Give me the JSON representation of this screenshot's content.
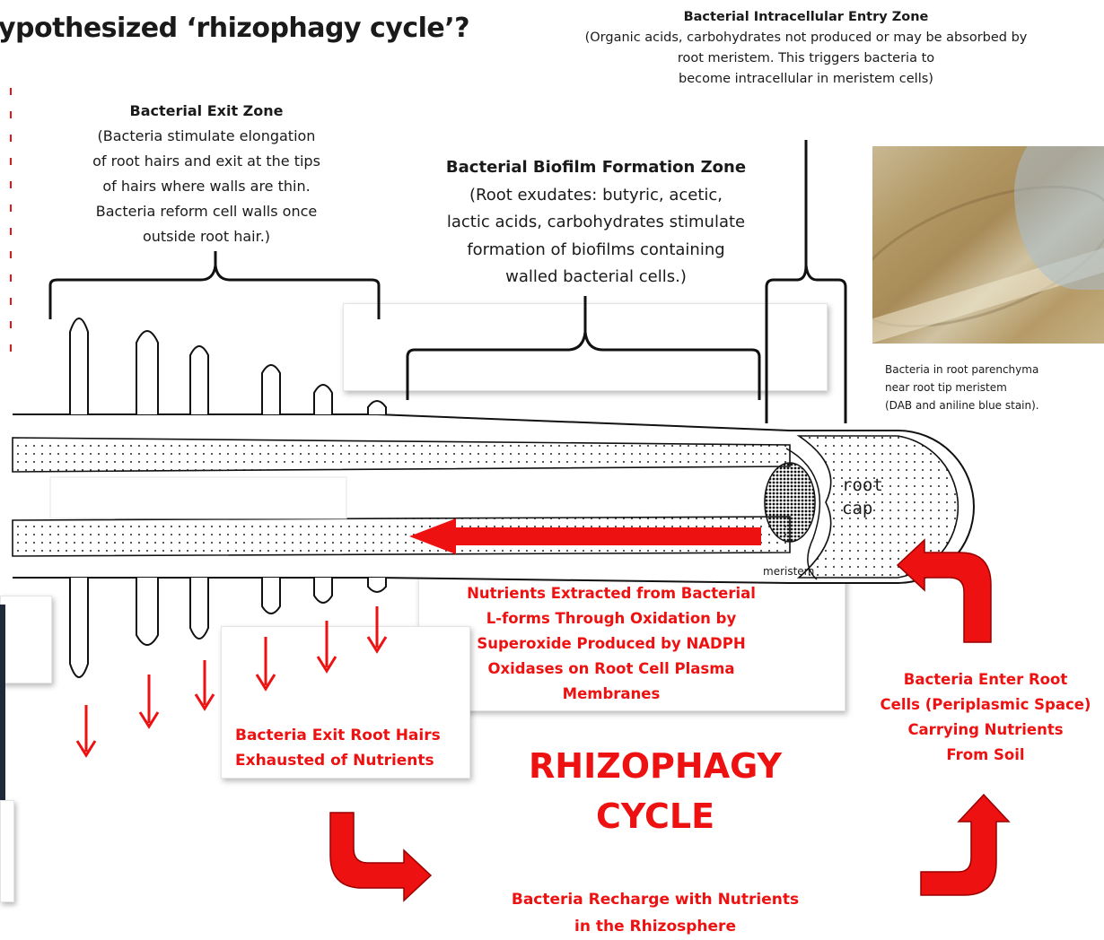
{
  "title": "ypothesized ‘rhizophagy cycle’?",
  "zones": {
    "entry": {
      "heading": "Bacterial Intracellular Entry Zone",
      "lines": [
        "(Organic acids, carbohydrates not produced or may be absorbed by",
        "root meristem. This triggers bacteria to",
        "become intracellular in meristem cells)"
      ]
    },
    "exit": {
      "heading": "Bacterial Exit Zone",
      "lines": [
        "(Bacteria stimulate elongation",
        "of root hairs and exit at the tips",
        "of hairs where walls are thin.",
        "Bacteria reform cell walls once",
        "outside root hair.)"
      ]
    },
    "biofilm": {
      "heading": "Bacterial Biofilm Formation Zone",
      "lines": [
        "(Root exudates: butyric, acetic,",
        "lactic acids, carbohydrates stimulate",
        "formation of biofilms containing",
        "walled bacterial cells.)"
      ]
    }
  },
  "micrograph": {
    "caption": [
      "Bacteria in root parenchyma",
      "near root tip meristem",
      "(DAB and aniline blue stain)."
    ]
  },
  "root": {
    "cap_label": [
      "root",
      "cap"
    ],
    "meristem_label": "meristem"
  },
  "labels": {
    "nutrients": [
      "Nutrients Extracted from Bacterial",
      "L-forms Through Oxidation by",
      "Superoxide Produced by NADPH",
      "Oxidases on Root Cell Plasma",
      "Membranes"
    ],
    "exit_hairs": [
      "Bacteria Exit Root Hairs",
      "Exhausted of Nutrients"
    ],
    "enter_root": [
      "Bacteria Enter Root",
      "Cells (Periplasmic Space)",
      "Carrying Nutrients",
      "From Soil"
    ],
    "recharge": [
      "Bacteria Recharge with Nutrients",
      "in the Rhizosphere"
    ],
    "cycle": [
      "RHIZOPHAGY",
      "CYCLE"
    ]
  },
  "colors": {
    "accent_red": "#ee1111",
    "ink": "#1a1a1a"
  }
}
